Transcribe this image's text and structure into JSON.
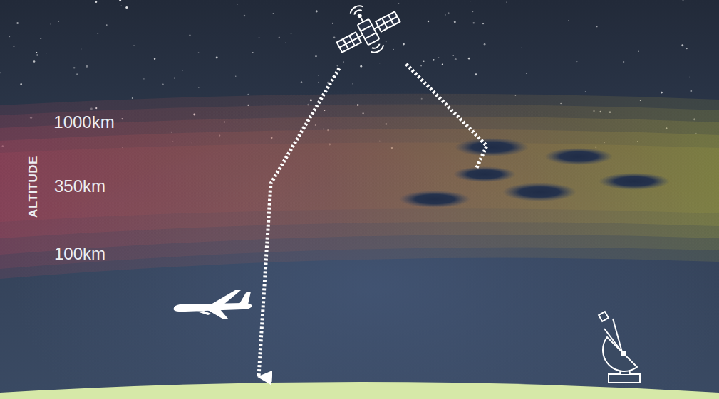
{
  "diagram": {
    "labels": [
      "1000km",
      "ALTITUDE",
      "350km",
      "100km"
    ]
  }
}
